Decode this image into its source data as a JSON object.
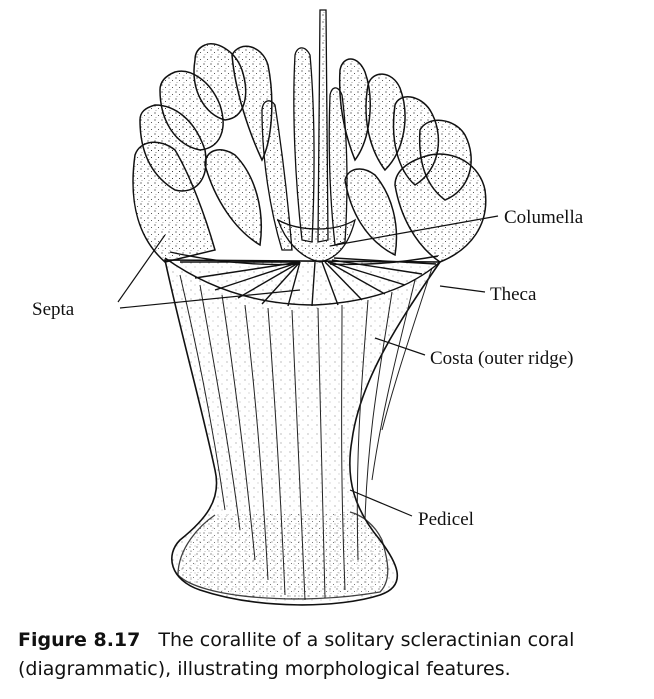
{
  "labels": {
    "columella": "Columella",
    "septa": "Septa",
    "theca": "Theca",
    "costa": "Costa (outer ridge)",
    "pedicel": "Pedicel"
  },
  "caption": {
    "number": "Figure 8.17",
    "text": "The corallite of a solitary scleractinian coral (diagrammatic), illustrating morphological features."
  }
}
